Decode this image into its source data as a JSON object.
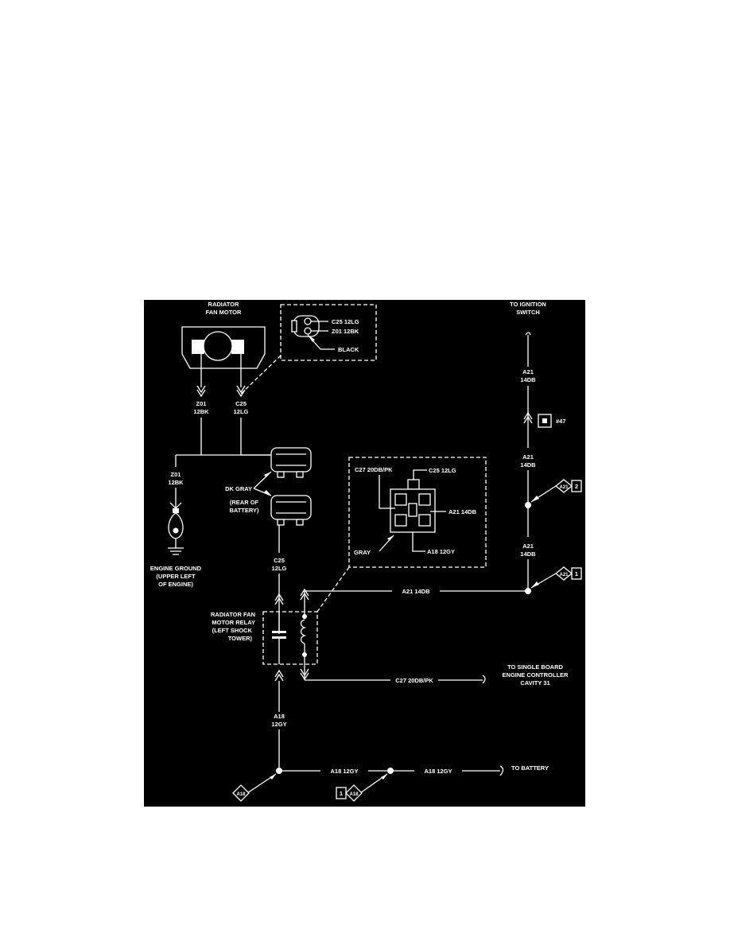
{
  "labels": {
    "fan_motor": [
      "RADIATOR",
      "FAN MOTOR"
    ],
    "inset_connector": {
      "wire1": "C25 12LG",
      "wire2": "Z01 12BK",
      "color": "BLACK"
    },
    "motor_wire_left": [
      "Z01",
      "12BK"
    ],
    "motor_wire_right": [
      "C25",
      "12LG"
    ],
    "ground_wire": [
      "Z01",
      "12BK"
    ],
    "engine_ground": [
      "ENGINE GROUND",
      "(UPPER LEFT",
      "OF ENGINE)"
    ],
    "dk_gray": "DK GRAY",
    "rear_of_battery": [
      "(REAR OF",
      "BATTERY)"
    ],
    "relay_wire_top": [
      "C25",
      "12LG"
    ],
    "relay": [
      "RADIATOR FAN",
      "MOTOR RELAY",
      "(LEFT SHOCK",
      "TOWER)"
    ],
    "relay_inset": {
      "c27": "C27 20DB/PK",
      "c25": "C25 12LG",
      "a21": "A21 14DB",
      "a18": "A18 12GY",
      "gray": "GRAY"
    },
    "ignition": [
      "TO IGNITION",
      "SWITCH"
    ],
    "a21_wire_1": [
      "A21",
      "14DB"
    ],
    "connector_47": "#47",
    "a21_wire_2": [
      "A21",
      "14DB"
    ],
    "splice_a21_top": {
      "id": "A21",
      "num": "2"
    },
    "a21_wire_3": [
      "A21",
      "14DB"
    ],
    "splice_a21_bottom": {
      "id": "A21",
      "num": "1"
    },
    "a21_horizontal": "A21 14DB",
    "controller": [
      "TO SINGLE BOARD",
      "ENGINE CONTROLLER",
      "CAVITY 31"
    ],
    "c27_wire": "C27 20DB/PK",
    "a18_vertical": [
      "A18",
      "12GY"
    ],
    "a18_h1": "A18 12GY",
    "a18_h2": "A18 12GY",
    "to_battery": "TO BATTERY",
    "splice_a18_left": "A18",
    "splice_a18_right": {
      "id": "A18",
      "num": "1"
    }
  },
  "colors": {
    "background": "#000000",
    "lines": "#ffffff",
    "page": "#ffffff"
  }
}
